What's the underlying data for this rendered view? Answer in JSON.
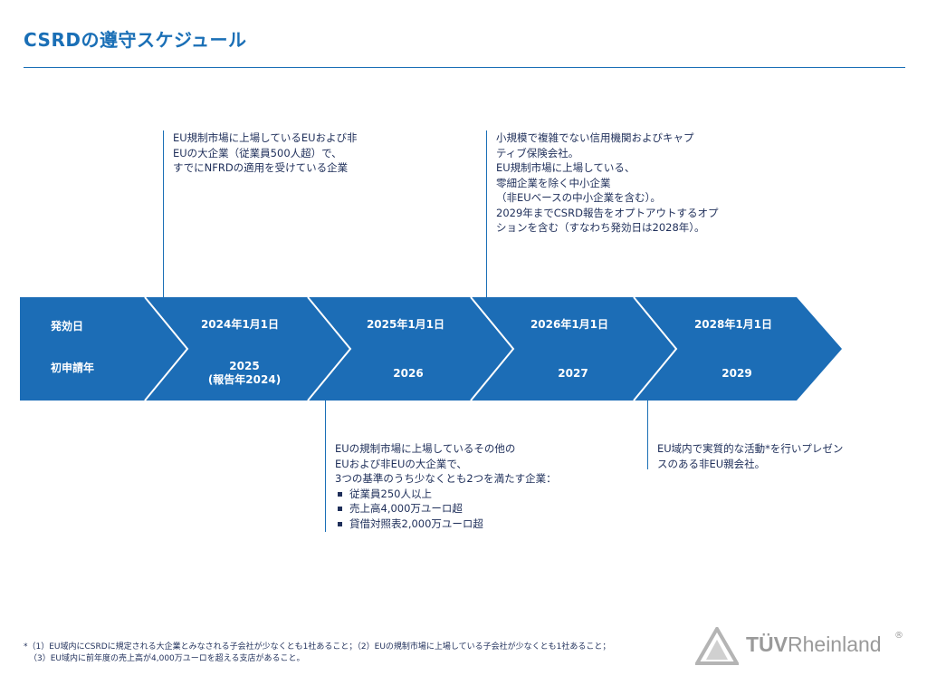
{
  "title": "CSRDの遵守スケジュール",
  "timeline": {
    "row_labels": {
      "effective": "発効日",
      "first_report": "初申請年"
    },
    "stages": [
      {
        "date": "2024年1月1日",
        "year_line1": "2025",
        "year_line2": "(報告年2024)"
      },
      {
        "date": "2025年1月1日",
        "year_line1": "2026",
        "year_line2": ""
      },
      {
        "date": "2026年1月1日",
        "year_line1": "2027",
        "year_line2": ""
      },
      {
        "date": "2028年1月1日",
        "year_line1": "2029",
        "year_line2": ""
      }
    ],
    "colors": {
      "arrow_fill": "#1c6db6",
      "divider": "#ffffff",
      "text": "#1f2f5a"
    }
  },
  "notes": {
    "note_2024": [
      "EU規制市場に上場しているEUおよび非",
      "EUの大企業（従業員500人超）で、",
      "すでにNFRDの適用を受けている企業"
    ],
    "note_2026": [
      "小規模で複雑でない信用機関およびキャプ",
      "ティブ保険会社。",
      "EU規制市場に上場している、",
      "零細企業を除く中小企業",
      "（非EUベースの中小企業を含む）。",
      "2029年までCSRD報告をオプトアウトするオプ",
      "ションを含む（すなわち発効日は2028年）。"
    ],
    "note_2025": {
      "lines": [
        "EUの規制市場に上場しているその他の",
        "EUおよび非EUの大企業で、",
        "3つの基準のうち少なくとも2つを満たす企業："
      ],
      "bullets": [
        "従業員250人以上",
        "売上高4,000万ユーロ超",
        "貸借対照表2,000万ユーロ超"
      ]
    },
    "note_2028": [
      "EU域内で実質的な活動*を行いプレゼン",
      "スのある非EU親会社。"
    ]
  },
  "footnote": [
    "*（1）EU域内にCSRDに規定される大企業とみなされる子会社が少なくとも1社あること；（2）EUの規制市場に上場している子会社が少なくとも1社あること；",
    "（3）EU域内に前年度の売上高が4,000万ユーロを超える支店があること。"
  ],
  "logo": {
    "word1": "TÜV",
    "word2": "Rheinland",
    "reg": "®",
    "color": "#9a9a9a"
  }
}
